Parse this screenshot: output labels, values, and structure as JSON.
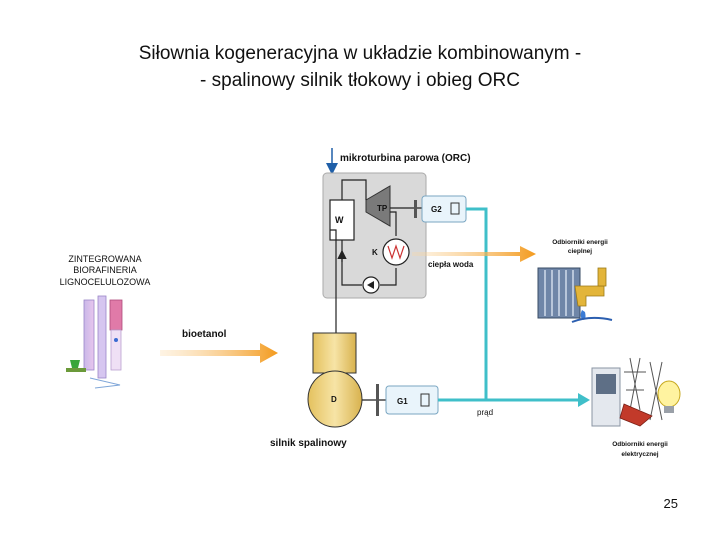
{
  "slide": {
    "title_line1": "Siłownia kogeneracyjna w układzie kombinowanym -",
    "title_line2": "- spalinowy silnik tłokowy i obieg ORC",
    "page_number": "25"
  },
  "diagram": {
    "orc_label": "mikroturbina parowa (ORC)",
    "w_label": "W",
    "tp_label": "TP",
    "g2_label": "G2",
    "k_label": "K",
    "d_label": "D",
    "g1_label": "G1",
    "engine_label": "silnik spalinowy",
    "bioethanol_label": "bioetanol",
    "heat_water_label": "ciepła woda",
    "current_label": "prąd",
    "heat_consumers_line1": "Odbiorniki energii",
    "heat_consumers_line2": "cieplnej",
    "electric_consumers_line1": "Odbiorniki energii",
    "electric_consumers_line2": "elektrycznej",
    "biorefinery_line1": "ZINTEGROWANA",
    "biorefinery_line2": "BIORAFINERIA",
    "biorefinery_line3": "LIGNOCELULOZOWA",
    "colors": {
      "orange_arrow": "#f5a12c",
      "cyan_flow": "#3fbfc9",
      "blue_arrow": "#1f5fa8",
      "engine_fill": "#f2d98a",
      "orc_box": "#d9d9d9",
      "generator_fill": "#e9f4fb"
    }
  }
}
